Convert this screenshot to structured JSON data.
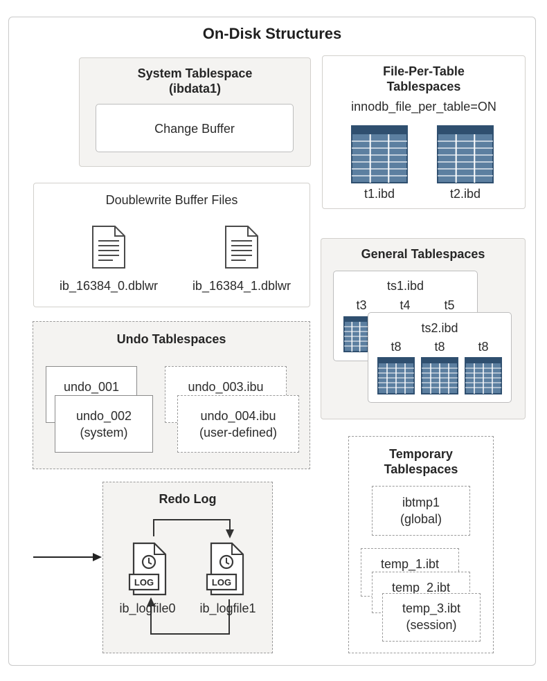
{
  "title": "On-Disk Structures",
  "system_tablespace": {
    "title_line1": "System Tablespace",
    "title_line2": "(ibdata1)",
    "change_buffer": "Change Buffer"
  },
  "file_per_table": {
    "title_line1": "File-Per-Table",
    "title_line2": "Tablespaces",
    "setting": "innodb_file_per_table=ON",
    "tables": [
      "t1.ibd",
      "t2.ibd"
    ]
  },
  "doublewrite": {
    "title": "Doublewrite Buffer Files",
    "files": [
      "ib_16384_0.dblwr",
      "ib_16384_1.dblwr"
    ]
  },
  "general_tablespaces": {
    "title": "General Tablespaces",
    "ts1": {
      "name": "ts1.ibd",
      "tables": [
        "t3",
        "t4",
        "t5"
      ]
    },
    "ts2": {
      "name": "ts2.ibd",
      "tables": [
        "t8",
        "t8",
        "t8"
      ]
    }
  },
  "undo_tablespaces": {
    "title": "Undo Tablespaces",
    "undo_001": "undo_001",
    "undo_002": {
      "name": "undo_002",
      "kind": "(system)"
    },
    "undo_003": "undo_003.ibu",
    "undo_004": {
      "name": "undo_004.ibu",
      "kind": "(user-defined)"
    }
  },
  "redo_log": {
    "title": "Redo Log",
    "badge": "LOG",
    "files": [
      "ib_logfile0",
      "ib_logfile1"
    ]
  },
  "temporary_tablespaces": {
    "title_line1": "Temporary",
    "title_line2": "Tablespaces",
    "global": {
      "name": "ibtmp1",
      "kind": "(global)"
    },
    "session_files": [
      "temp_1.ibt",
      "temp_2.ibt"
    ],
    "session": {
      "name": "temp_3.ibt",
      "kind": "(session)"
    }
  },
  "colors": {
    "table_fill": "#5c7fa0",
    "table_stroke": "#2f4f6f",
    "panel_bg": "#f4f3f1",
    "icon_stroke": "#3a3a3a"
  }
}
